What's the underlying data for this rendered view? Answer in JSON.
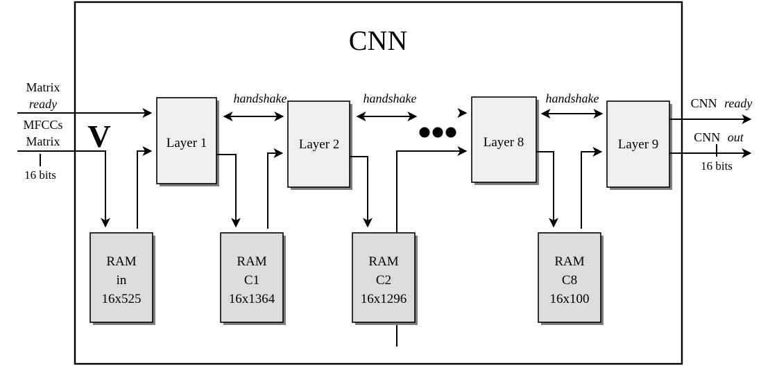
{
  "diagram": {
    "title": "CNN",
    "inputs": [
      {
        "label_main": "Matrix",
        "label_em": "ready",
        "width_note": ""
      },
      {
        "label_main": "MFCCs",
        "label_main2": "Matrix",
        "label_em": "",
        "width_note": "16 bits"
      }
    ],
    "clock_symbol": "V",
    "outputs": [
      {
        "label_main": "CNN",
        "label_em": "ready",
        "width_note": ""
      },
      {
        "label_main": "CNN",
        "label_em": "out",
        "width_note": "16 bits"
      }
    ],
    "handshake_label": "handshake",
    "handshake_count": 3,
    "ellipsis": "•••",
    "layers": [
      {
        "name": "Layer 1"
      },
      {
        "name": "Layer 2"
      },
      {
        "name": "Layer 8"
      },
      {
        "name": "Layer 9"
      }
    ],
    "rams": [
      {
        "line1": "RAM",
        "line2": "in",
        "line3": "16x525"
      },
      {
        "line1": "RAM",
        "line2": "C1",
        "line3": "16x1364"
      },
      {
        "line1": "RAM",
        "line2": "C2",
        "line3": "16x1296"
      },
      {
        "line1": "RAM",
        "line2": "C8",
        "line3": "16x100"
      }
    ],
    "colors": {
      "layer_fill": "#efefef",
      "ram_fill": "#dcdcdc",
      "stroke": "#000000",
      "shadow": "#7f7f7f",
      "background": "#ffffff"
    }
  }
}
